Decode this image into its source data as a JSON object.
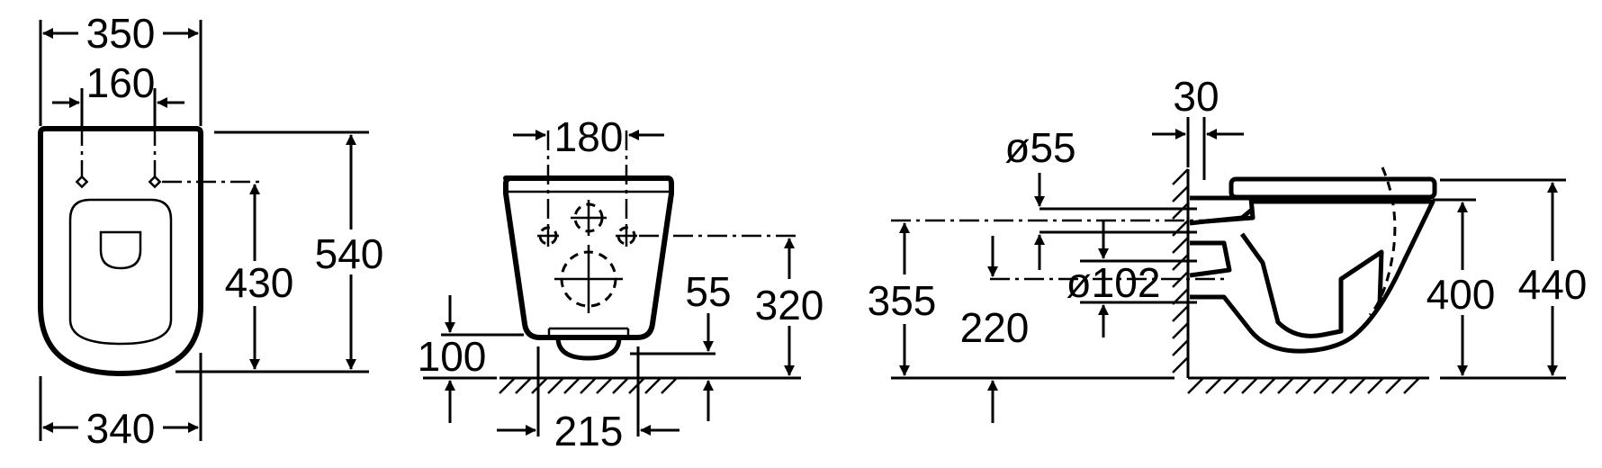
{
  "front_view": {
    "dim_total_width": "350",
    "dim_fixing_spacing": "160",
    "dim_base_width": "340",
    "dim_fixing_height": "430",
    "dim_total_height": "540"
  },
  "rear_view": {
    "dim_fixing_spacing": "180",
    "dim_bottom_height": "100",
    "dim_outlet_offset": "55",
    "dim_fixing_height": "320",
    "dim_outlet_width": "215"
  },
  "side_view": {
    "dim_wall_gap": "30",
    "dim_inlet_diameter": "ø55",
    "dim_inlet_height": "355",
    "dim_outlet_height": "220",
    "dim_outlet_diameter": "ø102",
    "dim_bowl_height": "400",
    "dim_total_height": "440"
  }
}
